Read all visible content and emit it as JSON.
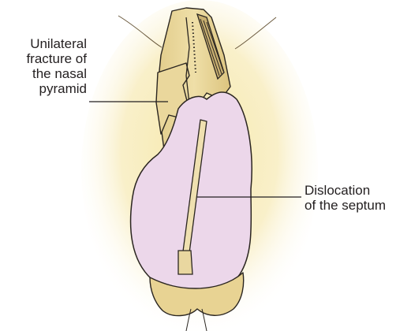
{
  "labels": {
    "fracture": {
      "lines": [
        "Unilateral",
        "fracture of",
        "the nasal",
        "pyramid"
      ]
    },
    "septum": {
      "lines": [
        "Dislocation",
        "of the septum"
      ]
    }
  },
  "colors": {
    "skin_glow": "#f3e6a6",
    "bone": "#e6d49a",
    "bone_dark": "#d4bc6e",
    "cartilage": "#ecd6e8",
    "septum": "#efe0b0",
    "outline": "#2a2520",
    "leader_line": "#231f20"
  }
}
